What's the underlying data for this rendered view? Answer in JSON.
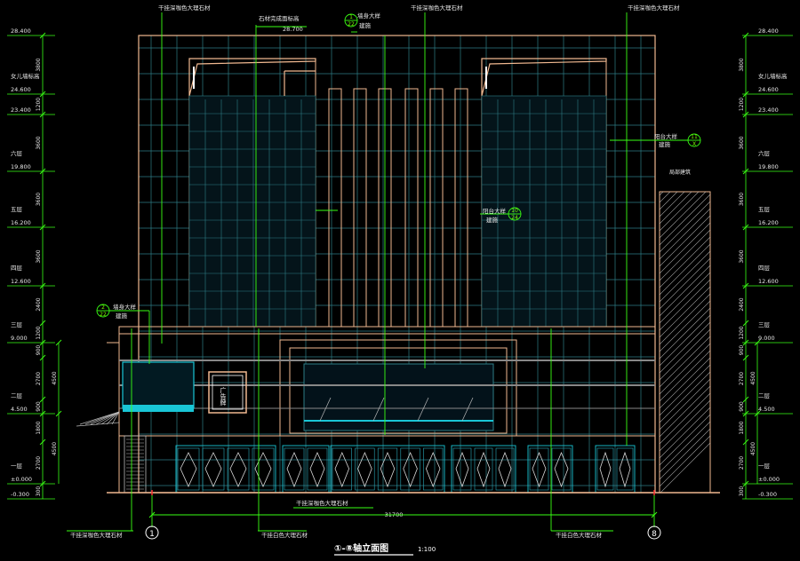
{
  "drawing": {
    "title": "①-⑧轴立面图",
    "scale": "1:100",
    "overall_width": "31700",
    "axis_left": "1",
    "axis_right": "8"
  },
  "levels_left": [
    {
      "name": "",
      "elev": "28.400"
    },
    {
      "name": "女儿墙标高",
      "elev": "24.600"
    },
    {
      "name": "",
      "elev": "23.400"
    },
    {
      "name": "六层",
      "elev": "19.800"
    },
    {
      "name": "五层",
      "elev": "16.200"
    },
    {
      "name": "四层",
      "elev": "12.600"
    },
    {
      "name": "三层",
      "elev": "9.000"
    },
    {
      "name": "二层",
      "elev": "4.500"
    },
    {
      "name": "一层",
      "elev": "±0.000"
    },
    {
      "name": "",
      "elev": "-0.300"
    }
  ],
  "levels_right": [
    {
      "name": "",
      "elev": "28.400"
    },
    {
      "name": "女儿墙标高",
      "elev": "24.600"
    },
    {
      "name": "",
      "elev": "23.400"
    },
    {
      "name": "六层",
      "elev": "19.800"
    },
    {
      "name": "五层",
      "elev": "16.200"
    },
    {
      "name": "四层",
      "elev": "12.600"
    },
    {
      "name": "三层",
      "elev": "9.000"
    },
    {
      "name": "二层",
      "elev": "4.500"
    },
    {
      "name": "一层",
      "elev": "±0.000"
    },
    {
      "name": "",
      "elev": "-0.300"
    }
  ],
  "dims_left": [
    "3800",
    "1200",
    "3600",
    "3600",
    "3600",
    "2400",
    "1200",
    "900",
    "2700",
    "900",
    "1800",
    "2700",
    "300"
  ],
  "dims_right": [
    "3800",
    "1200",
    "3600",
    "3600",
    "3600",
    "2400",
    "1200",
    "900",
    "2700",
    "900",
    "1800",
    "2700",
    "300"
  ],
  "dims_inner_left": [
    "4500",
    "4500"
  ],
  "dims_inner_right": [
    "4500",
    "4500"
  ],
  "annotations": {
    "top_a": "干挂深咖色大理石材",
    "top_b": "干挂深咖色大理石材",
    "top_c": "干挂深咖色大理石材",
    "stone_top": "石材完成面标高",
    "stone_top_elev": "28.700",
    "detail_1_label": "墙身大样",
    "detail_1_sub": "建施",
    "detail_1_num": "1",
    "detail_1_sheet": "22",
    "detail_11_label": "阳台大样",
    "detail_11_sub": "建施",
    "detail_11_num": "11",
    "detail_11_sheet": "X",
    "detail_10_label": "阳台大样",
    "detail_10_sub": "建施",
    "detail_10_num": "10",
    "detail_10_sheet": "24",
    "detail_2_label": "墙身大样",
    "detail_2_sub": "建施",
    "detail_2_num": "2",
    "detail_2_sheet": "22",
    "neighbor": "局部建筑",
    "sign": "广告牌",
    "bottom_mid": "干挂深咖色大理石材",
    "bottom_left": "干挂深咖色大理石材",
    "bottom_white_1": "干挂白色大理石材",
    "bottom_white_2": "干挂白色大理石材"
  },
  "colors": {
    "background": "#000000",
    "outline": "#f0b890",
    "glass_grid": "#2e7d86",
    "dimension": "#39ff14",
    "text": "#e8e8e8",
    "cyan": "#19c6d6",
    "hatch": "#bbbbbb",
    "axis_red": "#ff3030"
  }
}
